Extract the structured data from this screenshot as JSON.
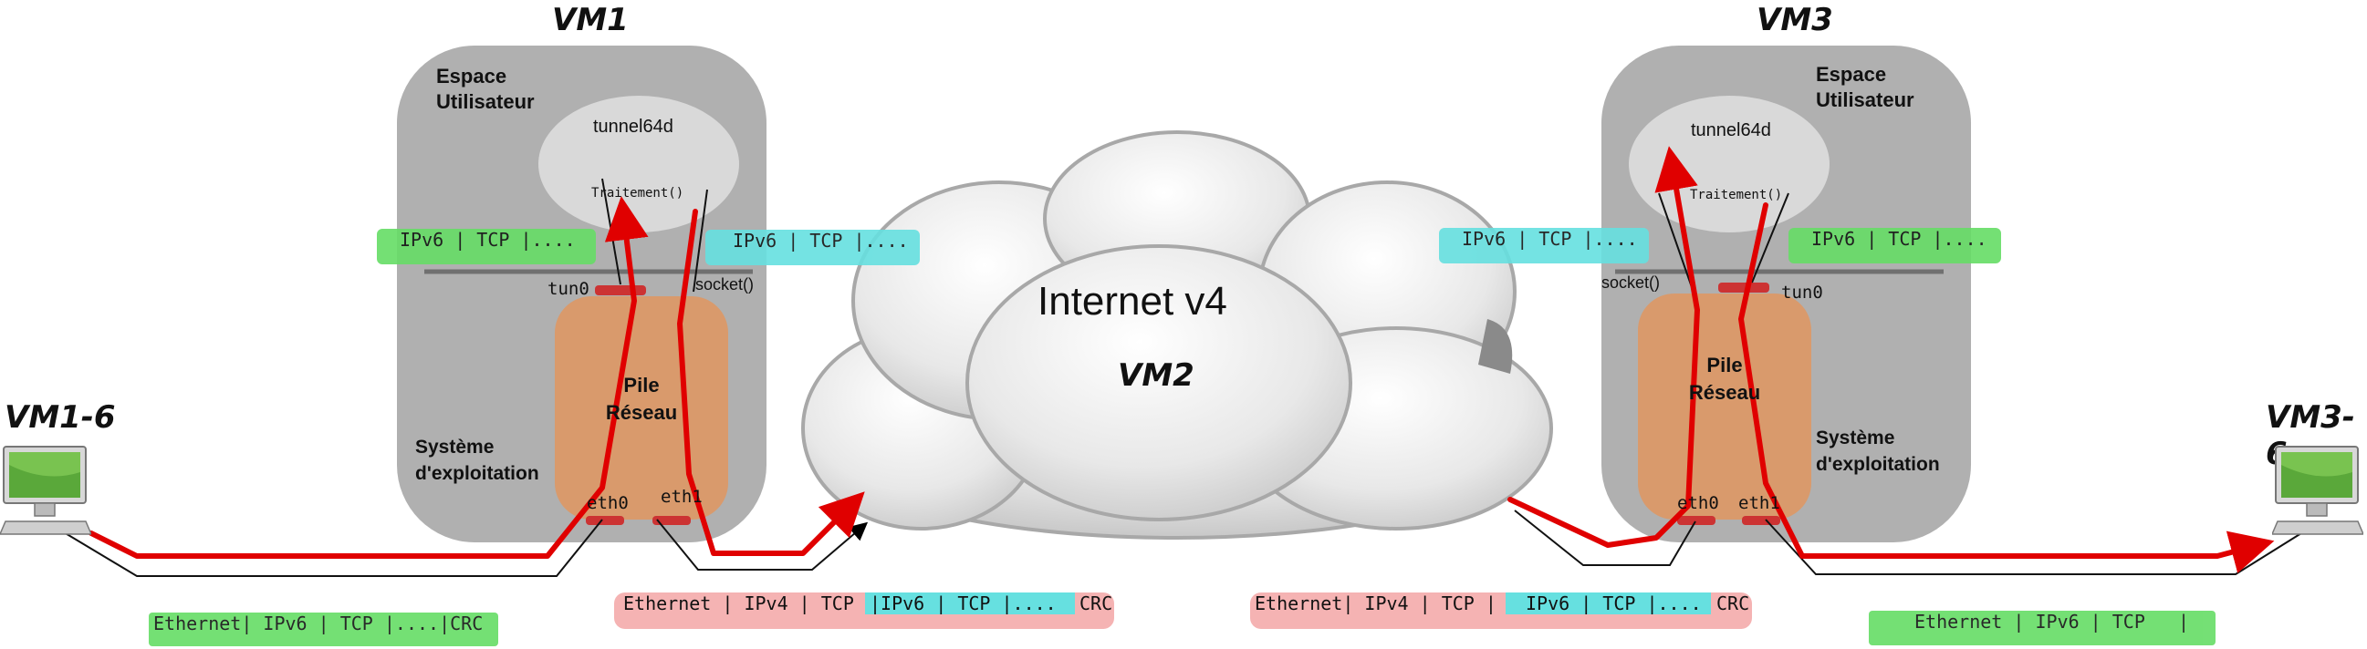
{
  "vm1": {
    "title": "VM1",
    "user_space": [
      "Espace",
      "Utilisateur"
    ],
    "daemon": "tunnel64d",
    "processing": "Traitement()",
    "tun": "tun0",
    "socket": "socket()",
    "stack": [
      "Pile",
      "Réseau"
    ],
    "os": [
      "Système",
      "d'exploitation"
    ],
    "eth0": "eth0",
    "eth1": "eth1"
  },
  "vm3": {
    "title": "VM3",
    "user_space": [
      "Espace",
      "Utilisateur"
    ],
    "daemon": "tunnel64d",
    "processing": "Traitement()",
    "tun": "tun0",
    "socket": "socket()",
    "stack": [
      "Pile",
      "Réseau"
    ],
    "os": [
      "Système",
      "d'exploitation"
    ],
    "eth0": "eth0",
    "eth1": "eth1"
  },
  "cloud": {
    "label": "Internet v4",
    "vm": "VM2"
  },
  "hosts": {
    "left": "VM1-6",
    "right": "VM3-6"
  },
  "packets": {
    "vm1_tun_ipv6": "IPv6 | TCP |....",
    "vm1_socket_ipv6": "IPv6 | TCP |....",
    "vm3_socket_ipv6": "IPv6 | TCP |....",
    "vm3_tun_ipv6": "IPv6 | TCP |....",
    "left_eth_frame": "Ethernet| IPv6 | TCP |....|CRC",
    "vm1_encap_outer": "Ethernet | IPv4 | TCP",
    "vm1_encap_inner": "|IPv6 | TCP |....",
    "vm1_encap_crc": "CRC",
    "vm3_encap_outer": "Ethernet| IPv4 | TCP |",
    "vm3_encap_inner": "IPv6 | TCP |....",
    "vm3_encap_crc": "CRC",
    "right_eth_frame": "Ethernet | IPv6 | TCP   |"
  },
  "colors": {
    "vm_box": "#b0b0b0",
    "user_ellipse": "#d9d9d9",
    "network_stack": "#d99a6c",
    "ipv6_packet": "#66dd66",
    "socket_packet": "#66e0e0",
    "ipv4_packet": "#f5b3b3",
    "flow_arrow": "#e00000",
    "interface": "#cc3333"
  }
}
